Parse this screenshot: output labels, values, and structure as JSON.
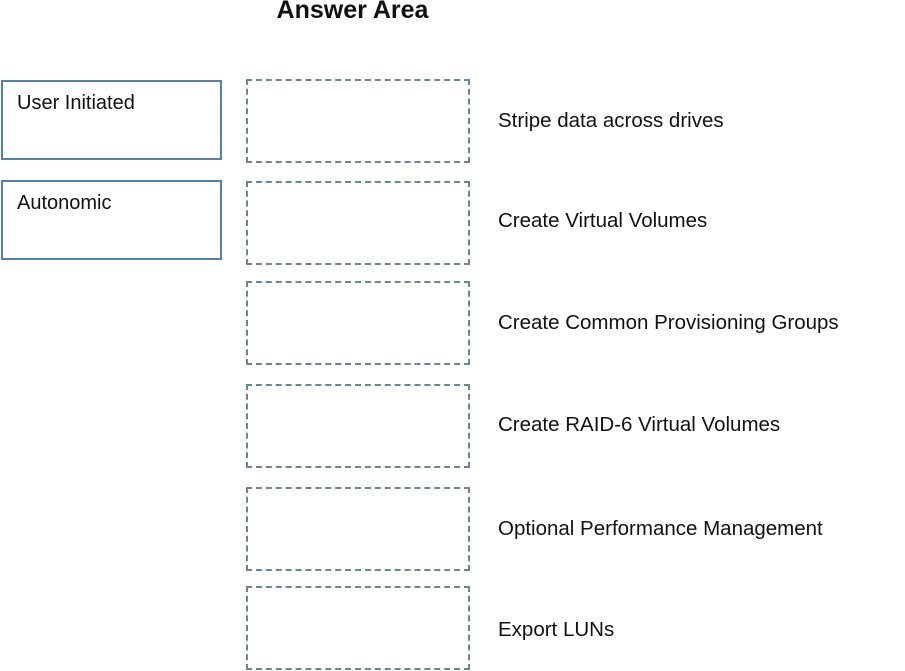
{
  "title": "Answer Area",
  "options": [
    "User Initiated",
    "Autonomic"
  ],
  "steps": [
    "Stripe data across drives",
    "Create Virtual Volumes",
    "Create Common Provisioning Groups",
    "Create RAID-6 Virtual Volumes",
    "Optional Performance Management",
    "Export LUNs"
  ]
}
